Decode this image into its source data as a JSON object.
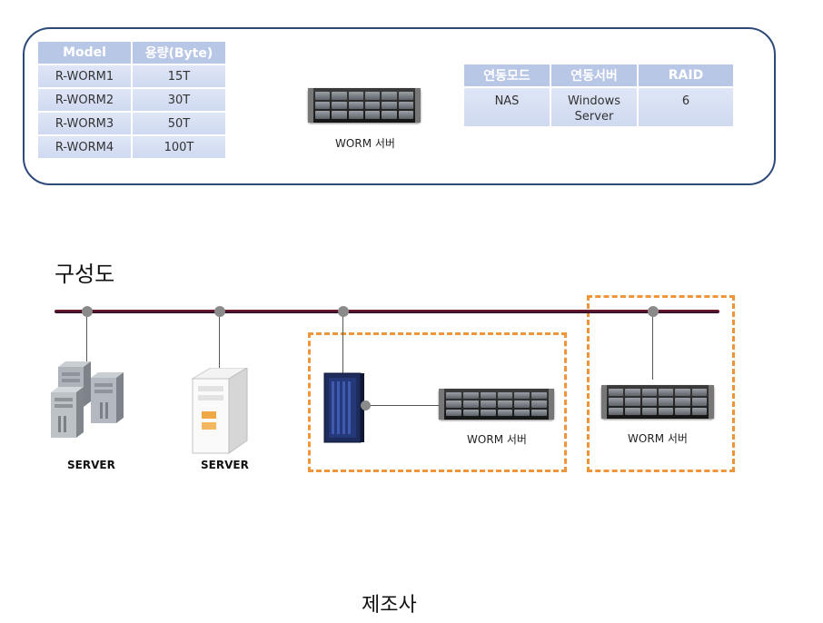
{
  "spec_panel": {
    "model_table": {
      "headers": [
        "Model",
        "용량(Byte)"
      ],
      "rows": [
        [
          "R-WORM1",
          "15T"
        ],
        [
          "R-WORM2",
          "30T"
        ],
        [
          "R-WORM3",
          "50T"
        ],
        [
          "R-WORM4",
          "100T"
        ]
      ]
    },
    "server_caption": "WORM 서버",
    "link_table": {
      "headers": [
        "연동모드",
        "연동서버",
        "RAID"
      ],
      "row": [
        "NAS",
        "Windows Server",
        "6"
      ]
    }
  },
  "diagram": {
    "title": "구성도",
    "server1_label": "SERVER",
    "server2_label": "SERVER",
    "worm1_caption": "WORM 서버",
    "worm2_caption": "WORM 서버"
  },
  "footer": {
    "title": "제조사"
  }
}
